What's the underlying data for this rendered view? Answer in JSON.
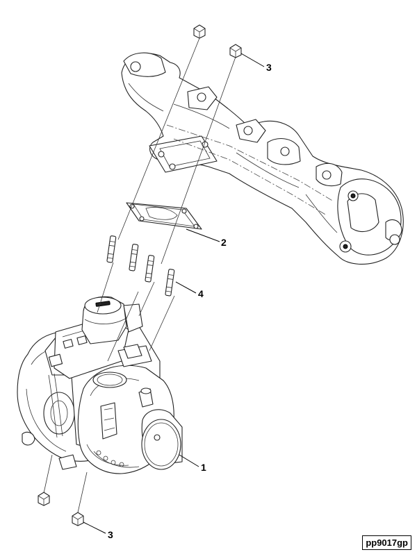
{
  "callouts": {
    "item_1": "1",
    "item_2": "2",
    "item_3_top": "3",
    "item_3_bottom": "3",
    "item_4": "4"
  },
  "figure_id": "pp9017gp",
  "parts": {
    "turbocharger": "turbocharger-assembly",
    "gasket": "gasket",
    "nut": "nut",
    "stud": "stud",
    "manifold": "exhaust-manifold"
  }
}
